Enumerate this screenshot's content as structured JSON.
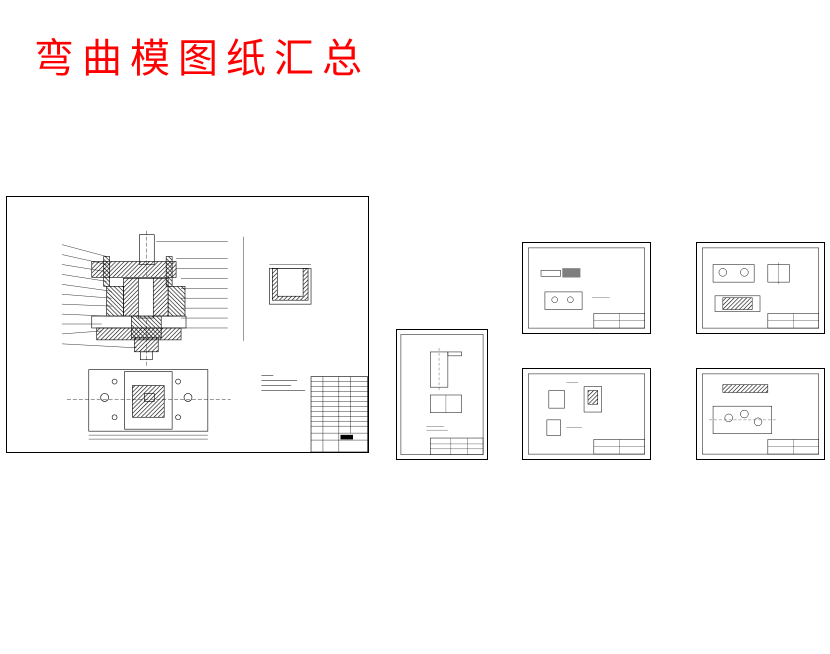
{
  "title": "弯曲模图纸汇总",
  "colors": {
    "title": "#ff0000",
    "line": "#000000",
    "paper": "#ffffff"
  },
  "sheets": [
    {
      "id": "assembly",
      "kind": "assembly-drawing"
    },
    {
      "id": "part1",
      "kind": "part-drawing-portrait"
    },
    {
      "id": "part2",
      "kind": "part-drawing"
    },
    {
      "id": "part3",
      "kind": "part-drawing"
    },
    {
      "id": "part4",
      "kind": "part-drawing"
    },
    {
      "id": "part5",
      "kind": "part-drawing"
    }
  ]
}
